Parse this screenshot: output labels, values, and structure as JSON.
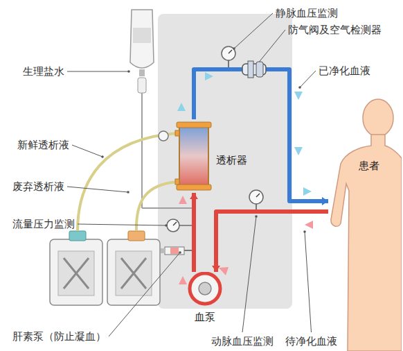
{
  "diagram": {
    "nodes": [
      {
        "text": [
          "透析器"
        ]
      },
      {
        "text": [
          "血泵"
        ]
      },
      {
        "text": [
          "患者"
        ]
      }
    ],
    "edges": [
      {
        "from": 2,
        "to": 1,
        "arrow": "to"
      },
      {
        "from": 1,
        "to": 0,
        "arrow": "to"
      },
      {
        "from": 0,
        "to": 2,
        "arrow": "to"
      }
    ],
    "labels": [
      "生理盐水",
      "静脉血压监测",
      "防气阀及空气检测器",
      "已净化血液",
      "新鲜透析液",
      "废弃透析液",
      "流量压力监测",
      "肝素泵（防止凝血）",
      "动脉血压监测",
      "待净化血液"
    ]
  }
}
